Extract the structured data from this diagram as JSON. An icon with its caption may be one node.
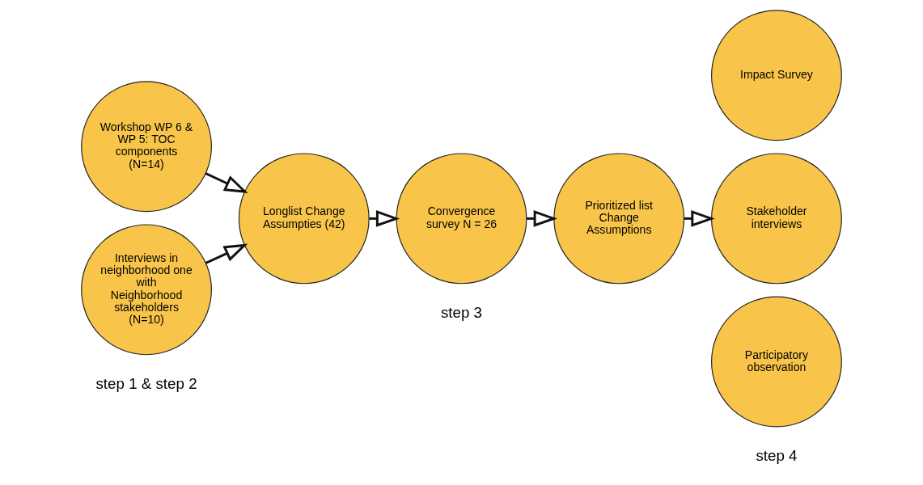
{
  "diagram": {
    "nodes": [
      {
        "text": [
          "Workshop WP 6 & WP 5: TOC components (N=14)"
        ]
      },
      {
        "text": [
          "Interviews in neighborhood one with Neighborhood stakeholders (N=10)"
        ]
      },
      {
        "text": [
          "Longlist Change Assumpties (42)"
        ]
      },
      {
        "text": [
          "Convergence survey N = 26"
        ]
      },
      {
        "text": [
          "Prioritized list Change Assumptions"
        ]
      },
      {
        "text": [
          "Impact Survey"
        ]
      },
      {
        "text": [
          "Stakeholder interviews"
        ]
      },
      {
        "text": [
          "Participatory observation"
        ]
      }
    ],
    "edges": [
      {
        "from": 0,
        "to": 2,
        "arrow": "to"
      },
      {
        "from": 1,
        "to": 2,
        "arrow": "to"
      },
      {
        "from": 2,
        "to": 3,
        "arrow": "to"
      },
      {
        "from": 3,
        "to": 4,
        "arrow": "to"
      },
      {
        "from": 4,
        "to": 6,
        "arrow": "to"
      }
    ],
    "labels": [
      "step 1 & step 2",
      "step 3",
      "step 4"
    ]
  }
}
